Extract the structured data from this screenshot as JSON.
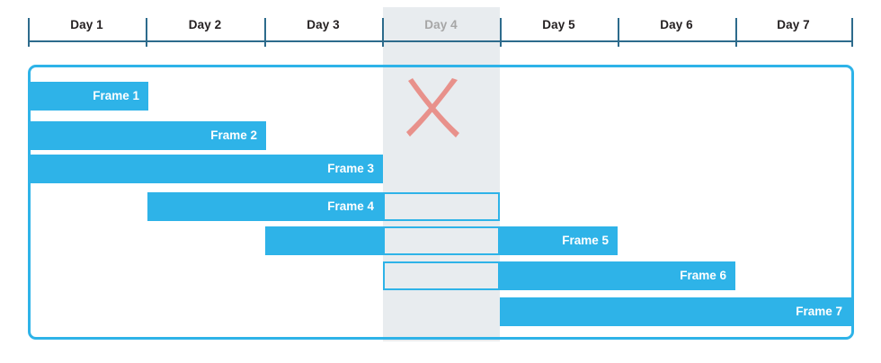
{
  "chart_data": {
    "type": "bar",
    "title": "",
    "xlabel": "",
    "ylabel": "",
    "orientation": "horizontal",
    "chart_subtype": "gantt",
    "categories": [
      "Day 1",
      "Day 2",
      "Day 3",
      "Day 4",
      "Day 5",
      "Day 6",
      "Day 7"
    ],
    "xlim": [
      1,
      8
    ],
    "grid": false,
    "legend": null,
    "excluded_category": "Day 4",
    "annotations": [
      {
        "name": "x-cross",
        "over_category": "Day 4",
        "meaning": "Day 4 excluded / skipped",
        "color": "#e8918b"
      }
    ],
    "series": [
      {
        "name": "Frame 1",
        "start_day": 1,
        "end_day": 2,
        "skipped_days": [],
        "duration_days": 1
      },
      {
        "name": "Frame 2",
        "start_day": 1,
        "end_day": 3,
        "skipped_days": [],
        "duration_days": 2
      },
      {
        "name": "Frame 3",
        "start_day": 1,
        "end_day": 4,
        "skipped_days": [],
        "duration_days": 3
      },
      {
        "name": "Frame 4",
        "start_day": 2,
        "end_day": 5,
        "skipped_days": [
          4
        ],
        "duration_days": 2
      },
      {
        "name": "Frame 5",
        "start_day": 3,
        "end_day": 6,
        "skipped_days": [
          4
        ],
        "duration_days": 2
      },
      {
        "name": "Frame 6",
        "start_day": 4,
        "end_day": 7,
        "skipped_days": [
          4
        ],
        "duration_days": 2
      },
      {
        "name": "Frame 7",
        "start_day": 5,
        "end_day": 8,
        "skipped_days": [],
        "duration_days": 3
      }
    ],
    "colors": {
      "bar": "#2eb3e8",
      "bar_skipped_fill": "#e8ecef",
      "bar_skipped_border": "#2eb3e8",
      "axis": "#2d6b8c",
      "highlight_band": "#e8ecef",
      "label": "#231f20",
      "label_dimmed": "#a6a6a6",
      "x_mark": "#e8918b",
      "container_border": "#2eb3e8"
    }
  },
  "header": {
    "days": [
      {
        "label": "Day 1",
        "dimmed": false
      },
      {
        "label": "Day 2",
        "dimmed": false
      },
      {
        "label": "Day 3",
        "dimmed": false
      },
      {
        "label": "Day 4",
        "dimmed": true
      },
      {
        "label": "Day 5",
        "dimmed": false
      },
      {
        "label": "Day 6",
        "dimmed": false
      },
      {
        "label": "Day 7",
        "dimmed": false
      }
    ]
  },
  "bars": [
    {
      "label": "Frame 1"
    },
    {
      "label": "Frame 2"
    },
    {
      "label": "Frame 3"
    },
    {
      "label": "Frame 4"
    },
    {
      "label": "Frame 5"
    },
    {
      "label": "Frame 6"
    },
    {
      "label": "Frame 7"
    }
  ]
}
